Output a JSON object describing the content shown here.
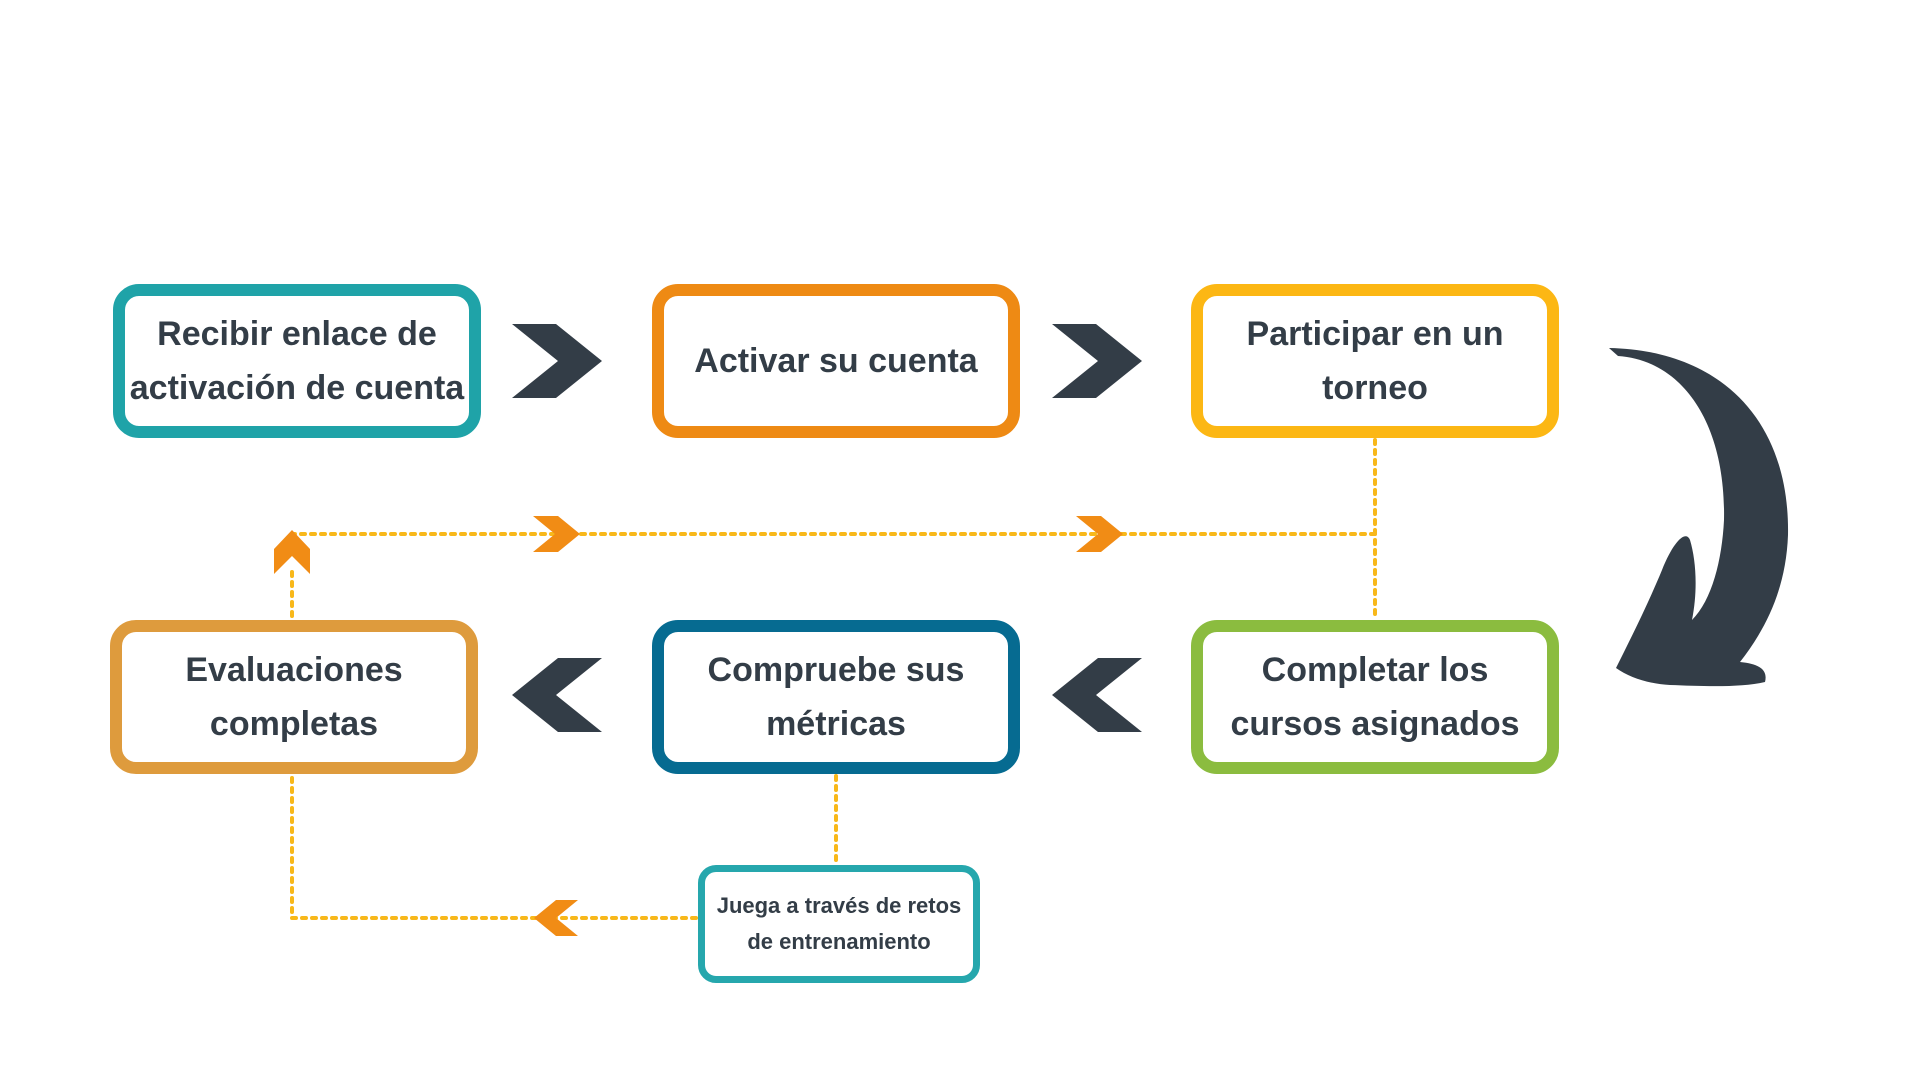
{
  "steps": [
    {
      "id": "step-receive-link",
      "label": "Recibir enlace de activación de cuenta",
      "color": "#1fa3a8"
    },
    {
      "id": "step-activate-account",
      "label": "Activar su cuenta",
      "color": "#ee8a14"
    },
    {
      "id": "step-join-tournament",
      "label": "Participar en un torneo",
      "color": "#fcb714"
    },
    {
      "id": "step-complete-courses",
      "label": "Completar los cursos asignados",
      "color": "#8bbc3f"
    },
    {
      "id": "step-check-metrics",
      "label": "Compruebe sus métricas",
      "color": "#066b91"
    },
    {
      "id": "step-complete-evaluations",
      "label": "Evaluaciones completas",
      "color": "#de9b3d"
    },
    {
      "id": "step-training-challenges",
      "label": "Juega a través de retos de entrenamiento",
      "color": "#26a7ad"
    }
  ],
  "colors": {
    "text": "#333d47",
    "chevron": "#333d47",
    "curved_arrow": "#333d47",
    "dotted_line": "#f8b81a",
    "small_arrow": "#f18c15"
  },
  "icons": {
    "flow_chevron": "chevron-icon",
    "loop_arrow": "curved-arrow-icon",
    "dotted_arrow": "small-chevron-icon"
  }
}
